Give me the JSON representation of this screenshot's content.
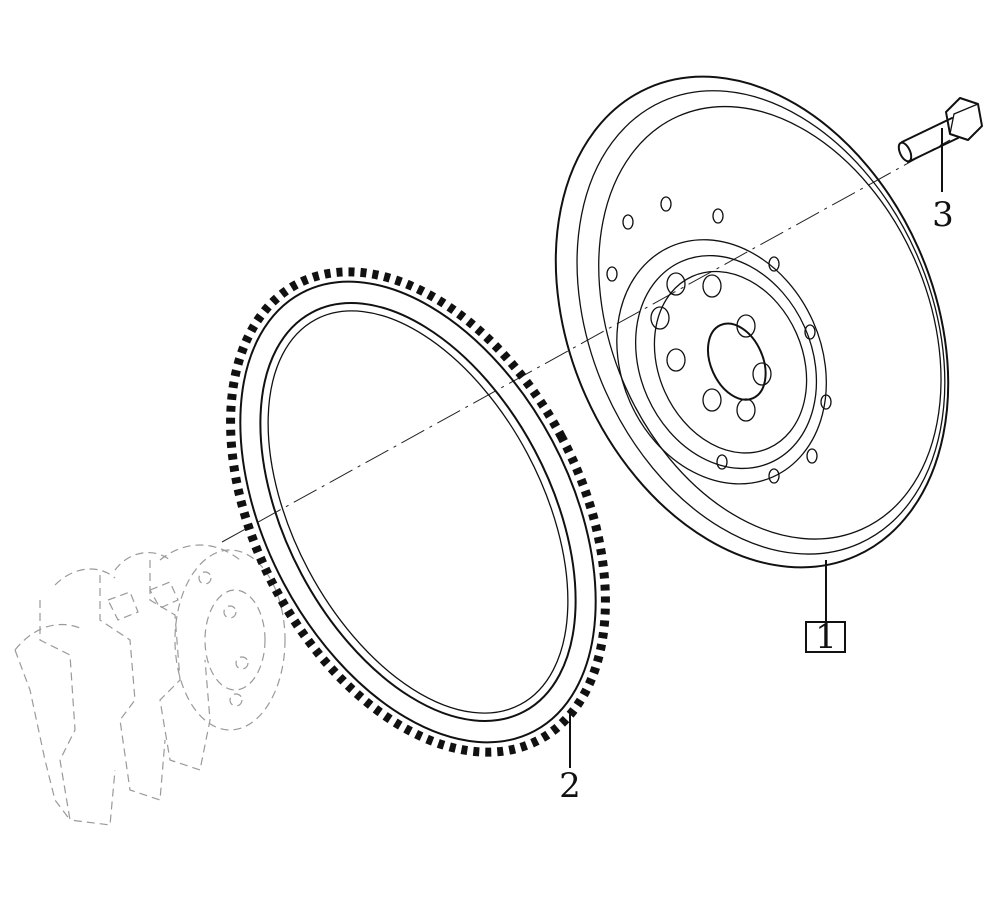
{
  "callouts": {
    "flywheel": "1",
    "ring_gear": "2",
    "bolt": "3"
  },
  "colors": {
    "line": "#111111",
    "ghost": "#9a9a9a",
    "background": "#ffffff"
  }
}
